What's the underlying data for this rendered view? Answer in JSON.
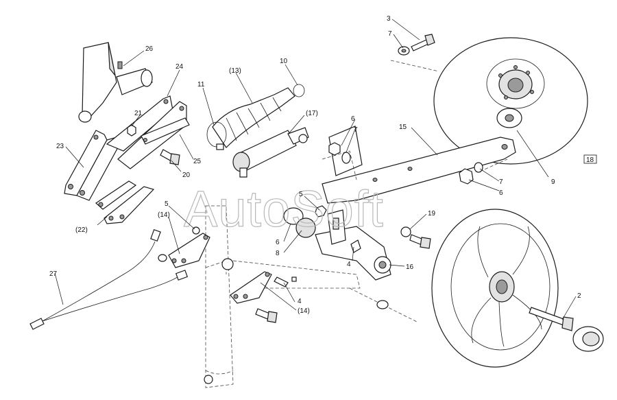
{
  "watermark": "AutoSoft",
  "callouts": {
    "c26": "26",
    "c24": "24",
    "c21": "21",
    "c23": "23",
    "c25": "25",
    "c20": "20",
    "c22": "(22)",
    "c11": "11",
    "c13": "(13)",
    "c10": "10",
    "c17": "(17)",
    "c3": "3",
    "c7a": "7",
    "c18": "18",
    "c9": "9",
    "c15": "15",
    "c6a": "6",
    "c7b": "7",
    "c7c": "7",
    "c6b": "6",
    "c5a": "5",
    "c14a": "(14)",
    "c5b": "5",
    "c6c": "6",
    "c8": "8",
    "c19": "19",
    "c4a": "4",
    "c16": "16",
    "c27": "27",
    "c4b": "4",
    "c14b": "(14)",
    "c2": "2"
  }
}
